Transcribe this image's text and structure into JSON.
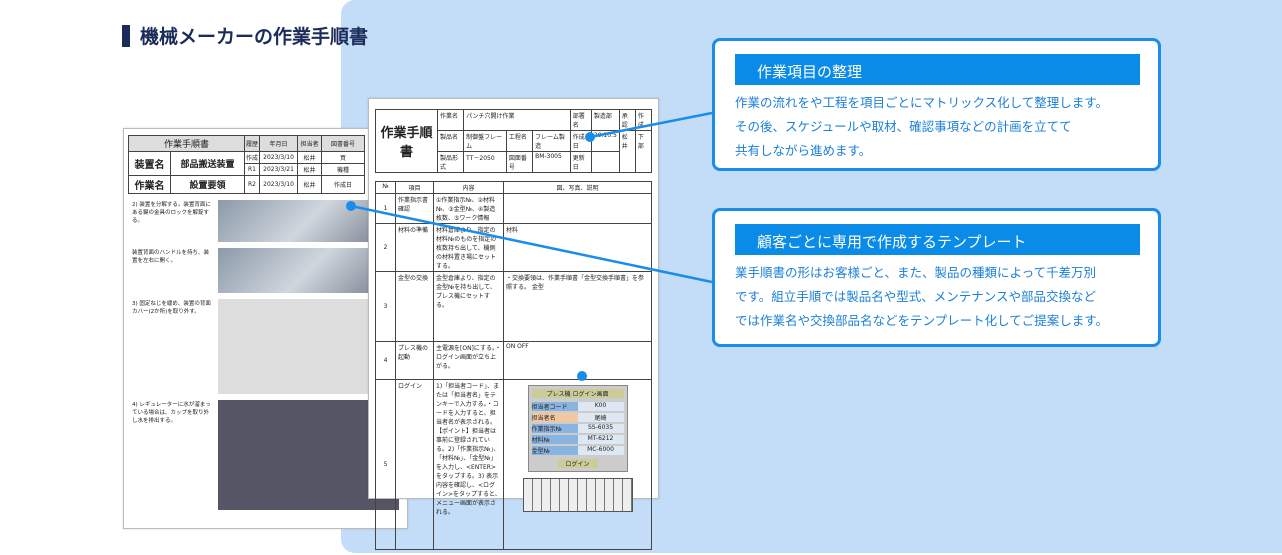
{
  "title": "機械メーカーの作業手順書",
  "doc_left": {
    "title": "作業手順書",
    "rows": [
      [
        "装置名",
        "部品搬送装置"
      ],
      [
        "作業名",
        "設置要領"
      ]
    ],
    "history_headers": [
      "履歴",
      "年月日",
      "担当者",
      "図書番号"
    ],
    "history": [
      [
        "作成",
        "2023/3/10",
        "松井",
        "買"
      ],
      [
        "R1",
        "2023/3/21",
        "松井",
        "機種"
      ],
      [
        "R2",
        "2023/3/10",
        "松井",
        "作成日"
      ]
    ],
    "steps": [
      "2) 装置を分解する。装置背面にある鍵の金具のロックを解錠する。",
      "装置背面のハンドルを持ち、装置を左右に開く。",
      "3) 固定ねじを緩め、装置の背面カバー(2か所)を取り外す。",
      "4) レギュレーターに水が溜まっている場合は、カップを取り外し水を排出する。"
    ]
  },
  "doc_right": {
    "title": "作業手順書",
    "fields": [
      [
        "作業名",
        "パンチ穴開け作業",
        "部署名",
        "製造部"
      ],
      [
        "製品名",
        "制御盤フレーム",
        "工程名",
        "フレーム製造"
      ],
      [
        "製品形式",
        "TT－2050",
        "図面番号",
        "BM-3005"
      ]
    ],
    "dates": [
      "作成日",
      "20.10.5",
      "更新日",
      ""
    ],
    "approval": [
      "承認",
      "作成",
      "松井",
      "下部"
    ],
    "headers": [
      "№",
      "項目",
      "内容",
      "図、写真、説明"
    ],
    "rows": [
      [
        "1",
        "作業指示書確認",
        "①作業指示№、②材料№、③金型№、④製造枚数、⑤ワーク情報",
        ""
      ],
      [
        "2",
        "材料の準備",
        "材料倉庫より、指定の材料№のものを指定の枚数持ち出して、機側の材料置き場にセットする。",
        "材料"
      ],
      [
        "3",
        "金型の交換",
        "金型倉庫より、指定の金型№を持ち出して、プレス機にセットする。",
        "・交換要領は、作業手順書「金型交換手順書」を参照する。 金型"
      ],
      [
        "4",
        "プレス機の起動",
        "主電源を[ON]にする。・ログイン画面が立ち上がる。",
        "ON OFF"
      ],
      [
        "5",
        "ログイン",
        "1)「担当者コード」、または「担当者名」をテンキーで入力する。・コードを入力すると、担当者名が表示される。【ポイント】担当者は事前に登録されている。2)「作業指示№」、「材料№」、「金型№」を入力し、<ENTER>をタップする。3) 表示内容を確認し、<ログイン>をタップすると、メニュー画面が表示される。",
        "プレス機 ログイン画面"
      ]
    ],
    "login": [
      [
        "担当者コード",
        "K00"
      ],
      [
        "担当者名",
        "尾崎"
      ],
      [
        "作業指示№",
        "SS-6035"
      ],
      [
        "材料№",
        "MT-6212"
      ],
      [
        "金型№",
        "MC-6000"
      ]
    ],
    "login_button": "ログイン"
  },
  "callouts": [
    {
      "heading": "作業項目の整理",
      "body": "作業の流れをや工程を項目ごとにマトリックス化して整理します。\nその後、スケジュールや取材、確認事項などの計画を立てて\n共有しながら進めます。"
    },
    {
      "heading": "顧客ごとに専用で作成するテンプレート",
      "body": "業手順書の形はお客様ごと、また、製品の種類によって千差万別\nです。組立手順では製品名や型式、メンテナンスや部品交換など\nでは作業名や交換部品名などをテンプレート化してご提案します。"
    }
  ],
  "colors": {
    "accent": "#0a8be8",
    "panel": "#c3ddf8",
    "title": "#1b2c5a"
  }
}
